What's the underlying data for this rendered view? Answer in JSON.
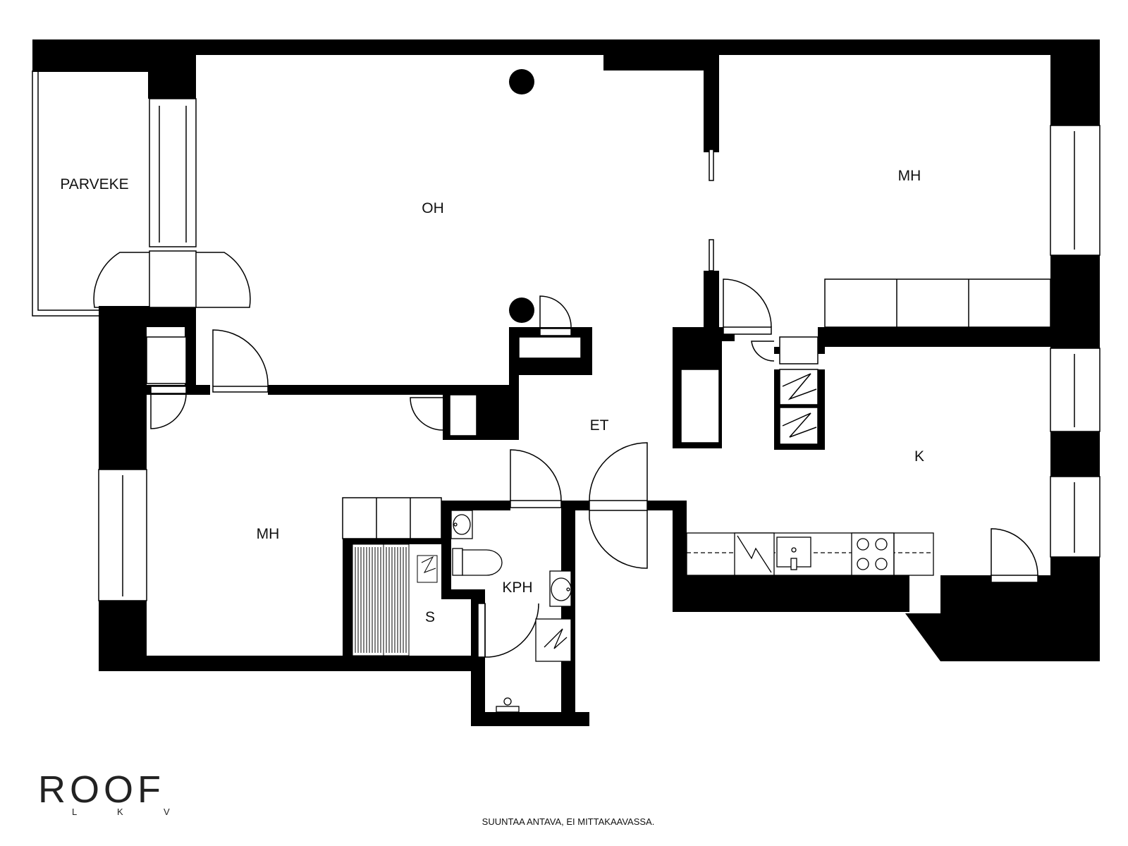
{
  "rooms": {
    "parveke": "PARVEKE",
    "oh": "OH",
    "mh_right": "MH",
    "mh_left": "MH",
    "et": "ET",
    "k": "K",
    "kph": "KPH",
    "s": "S"
  },
  "logo": {
    "main": "ROOF",
    "sub_letters": [
      "L",
      "K",
      "V"
    ]
  },
  "footnote": "SUUNTAA ANTAVA, EI MITTAKAAVASSA.",
  "colors": {
    "wall": "#000000",
    "background": "#ffffff",
    "line": "#000000"
  }
}
